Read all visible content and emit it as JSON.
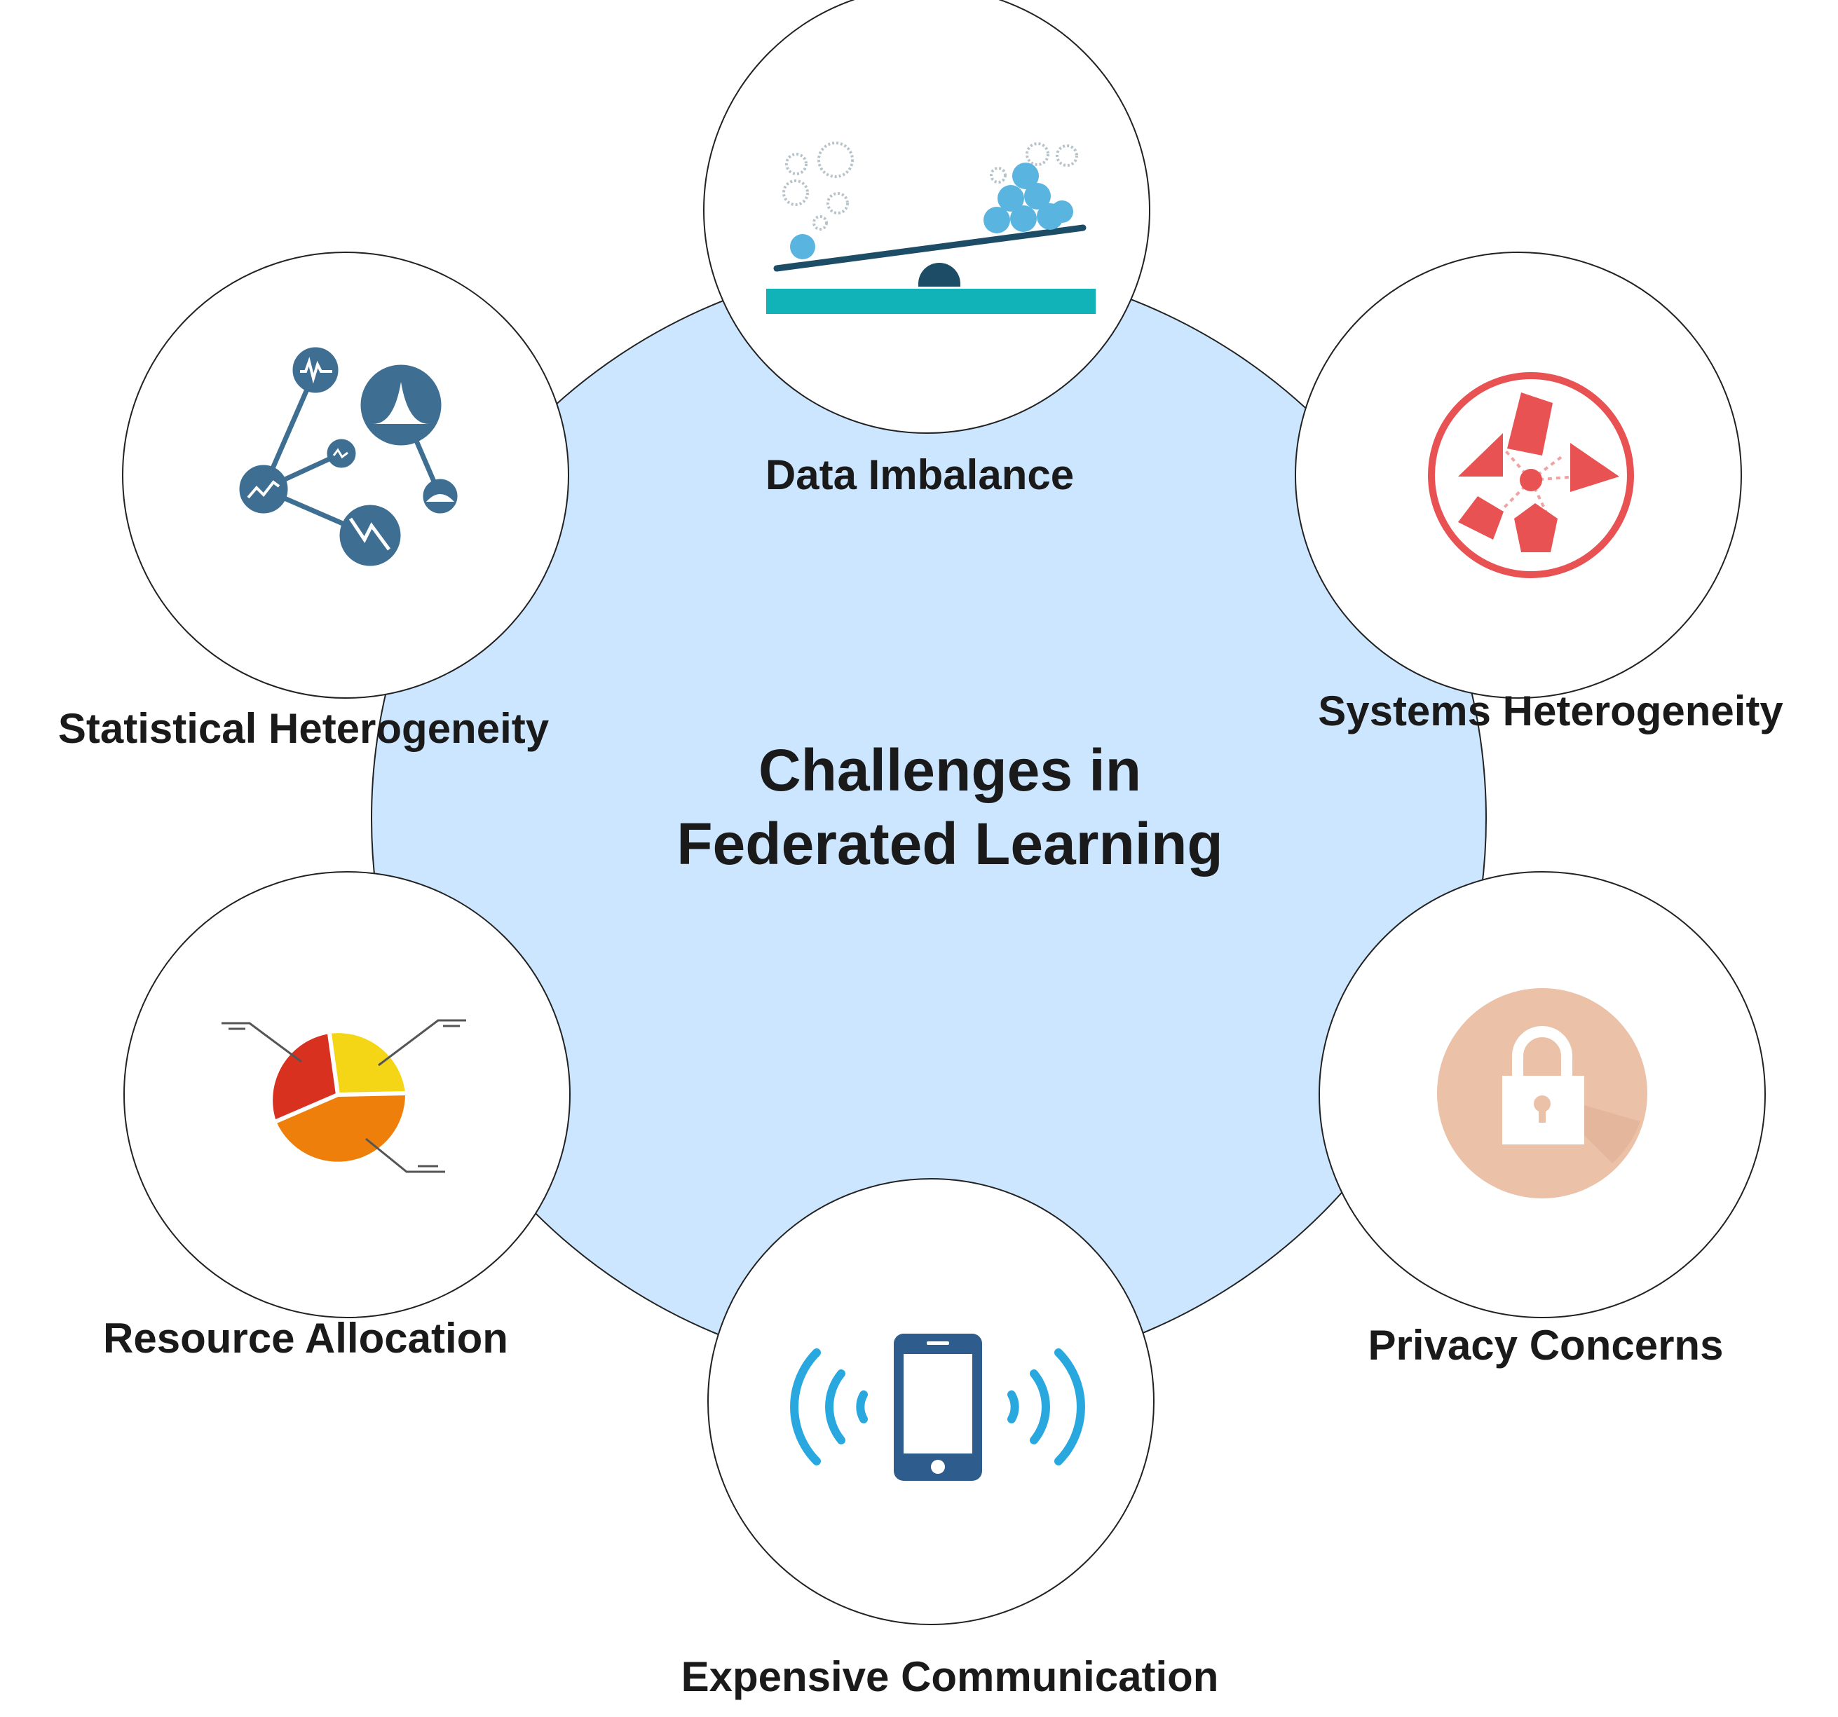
{
  "title_line_1": "Challenges in",
  "title_line_2": "Federated Learning",
  "challenges": {
    "data_imbalance": {
      "label": "Data Imbalance",
      "icon": "seesaw-scale-icon"
    },
    "systems_heterogeneity": {
      "label": "Systems Heterogeneity",
      "icon": "connected-shapes-icon"
    },
    "privacy_concerns": {
      "label": "Privacy Concerns",
      "icon": "padlock-icon"
    },
    "expensive_communication": {
      "label": "Expensive Communication",
      "icon": "smartphone-signal-icon"
    },
    "resource_allocation": {
      "label": "Resource Allocation",
      "icon": "pie-chart-icon"
    },
    "statistical_heterogeneity": {
      "label": "Statistical Heterogeneity",
      "icon": "statistics-network-icon"
    }
  },
  "colors": {
    "center_fill": "#cce6ff",
    "statistics_icon": "#3e6f92",
    "seesaw_dark": "#1d4d66",
    "seesaw_balls": "#5ab4e0",
    "seesaw_base": "#12b3b8",
    "systems_red": "#e85252",
    "lock_circle": "#ebc1a8",
    "phone_dark": "#2e5c8c",
    "signal_blue": "#29a8e0",
    "pie_red": "#d9311f",
    "pie_yellow": "#f5d616",
    "pie_orange": "#ee7f0a"
  }
}
